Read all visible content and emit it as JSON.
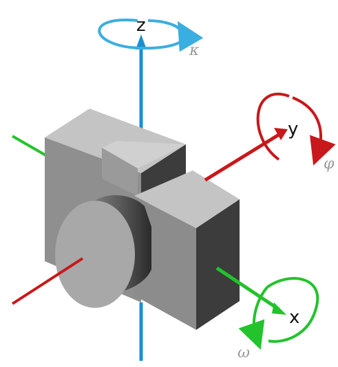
{
  "axes": {
    "x": {
      "label": "x",
      "color": "#22c32c"
    },
    "y": {
      "label": "y",
      "color": "#c8181b"
    },
    "z": {
      "label": "z",
      "color": "#1a8fd0"
    }
  },
  "rotations": {
    "kappa": {
      "symbol": "κ",
      "about": "z",
      "color": "#3aaee0"
    },
    "phi": {
      "symbol": "φ",
      "about": "y",
      "color": "#c8181b"
    },
    "omega": {
      "symbol": "ω",
      "about": "x",
      "color": "#22c32c"
    }
  },
  "body_colors": {
    "front": "#8f8f8f",
    "top": "#c4c4c4",
    "side": "#3c3c3c"
  }
}
